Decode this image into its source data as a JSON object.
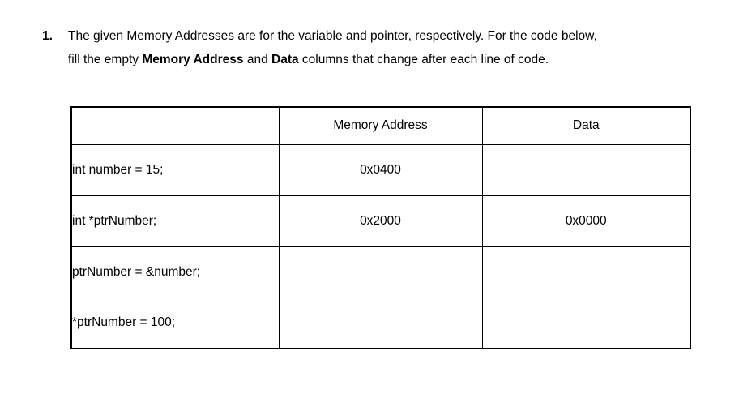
{
  "page": {
    "background": "#ffffff",
    "text_color": "#000000",
    "border_color": "#000000"
  },
  "question": {
    "number": "1.",
    "line1": "The given Memory Addresses are for the variable and pointer, respectively. For the code below,",
    "line2": {
      "pre": "fill the empty ",
      "bold1": "Memory Address",
      "mid": " and ",
      "bold2": "Data",
      "post": " columns that change after each line of code."
    }
  },
  "table": {
    "headers": {
      "code": "",
      "address": "Memory Address",
      "data": "Data"
    },
    "rows": [
      {
        "code": "int number = 15;",
        "address": "0x0400",
        "data": ""
      },
      {
        "code": "int *ptrNumber;",
        "address": "0x2000",
        "data": "0x0000"
      },
      {
        "code": "ptrNumber = &number;",
        "address": "",
        "data": ""
      },
      {
        "code": "*ptrNumber = 100;",
        "address": "",
        "data": ""
      }
    ]
  }
}
